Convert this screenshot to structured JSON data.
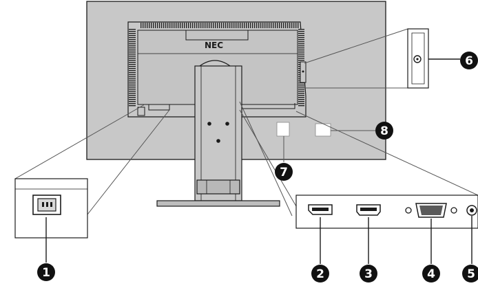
{
  "brand": {
    "logo": "NEC"
  },
  "callouts": [
    {
      "id": 1,
      "label": "1",
      "target": "ac-power-inlet"
    },
    {
      "id": 2,
      "label": "2",
      "target": "displayport-input"
    },
    {
      "id": 3,
      "label": "3",
      "target": "hdmi-input"
    },
    {
      "id": 4,
      "label": "4",
      "target": "vga-input"
    },
    {
      "id": 5,
      "label": "5",
      "target": "audio-input-jack"
    },
    {
      "id": 6,
      "label": "6",
      "target": "security-slot"
    },
    {
      "id": 7,
      "label": "7",
      "target": "cable-holder"
    },
    {
      "id": 8,
      "label": "8",
      "target": "rating-label"
    }
  ],
  "colors": {
    "panel": "#c8c8c8",
    "stroke": "#1a1a1a",
    "callout_fill": "#111111",
    "callout_text": "#ffffff",
    "leader": "#444444"
  },
  "icons": [
    "power-inlet-icon",
    "displayport-icon",
    "hdmi-icon",
    "vga-icon",
    "audio-jack-icon",
    "kensington-slot-icon"
  ]
}
